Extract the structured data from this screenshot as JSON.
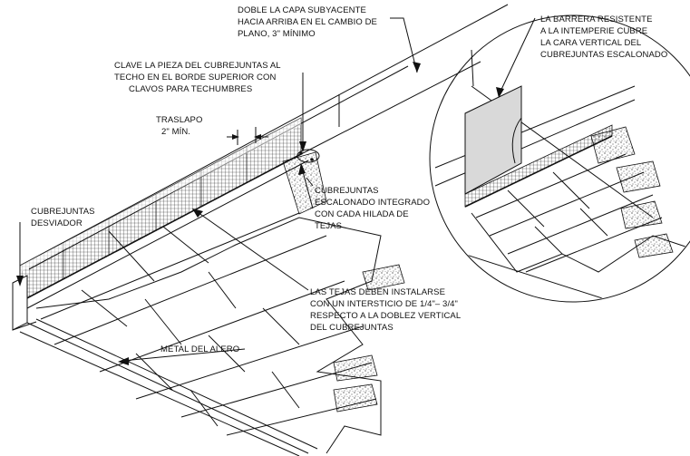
{
  "labels": {
    "underlayment": [
      "DOBLE LA CAPA SUBYACENTE",
      "HACIA ARRIBA EN EL CAMBIO DE",
      "PLANO, 3\" MÍNIMO"
    ],
    "nail": [
      "CLAVE LA PIEZA DEL CUBREJUNTAS AL",
      "TECHO EN EL BORDE SUPERIOR CON",
      "CLAVOS PARA TECHUMBRES"
    ],
    "overlap": [
      "TRASLAPO",
      "2\" MÍN."
    ],
    "kickout": [
      "CUBREJUNTAS",
      "DESVIADOR"
    ],
    "step_flashing": [
      "CUBREJUNTAS",
      "ESCALONADO INTEGRADO",
      "CON CADA HILADA DE",
      "TEJAS"
    ],
    "shingle_gap": [
      "LAS TEJAS DEBEN INSTALARSE",
      "CON UN INTERSTICIO DE 1/4\"– 3/4\"",
      "RESPECTO A LA DOBLEZ VERTICAL",
      "DEL CUBREJUNTAS"
    ],
    "drip_edge": [
      "METAL DEL ALERO"
    ],
    "wrb": [
      "LA BARRERA RESISTENTE",
      "A LA INTEMPERIE CUBRE",
      "LA CARA VERTICAL DEL",
      "CUBREJUNTAS ESCALONADO"
    ]
  }
}
